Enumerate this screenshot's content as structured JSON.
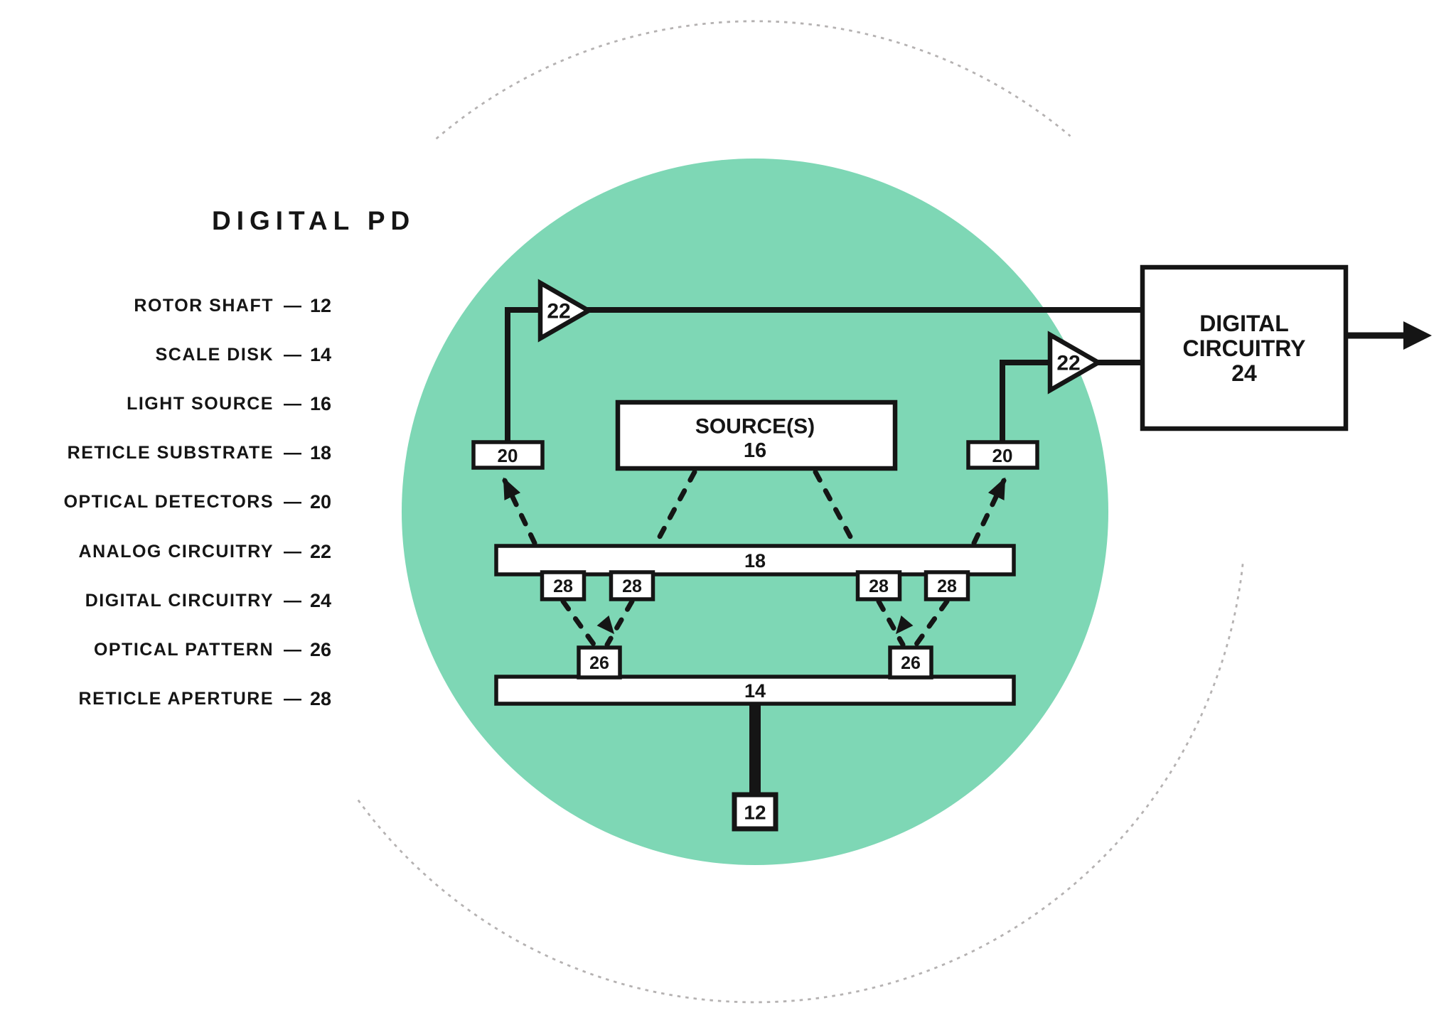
{
  "title": "DIGITAL PD",
  "legend": {
    "dash": "—",
    "items": [
      {
        "label": "ROTOR SHAFT",
        "num": "12"
      },
      {
        "label": "SCALE DISK",
        "num": "14"
      },
      {
        "label": "LIGHT SOURCE",
        "num": "16"
      },
      {
        "label": "RETICLE SUBSTRATE",
        "num": "18"
      },
      {
        "label": "OPTICAL DETECTORS",
        "num": "20"
      },
      {
        "label": "ANALOG CIRCUITRY",
        "num": "22"
      },
      {
        "label": "DIGITAL CIRCUITRY",
        "num": "24"
      },
      {
        "label": "OPTICAL PATTERN",
        "num": "26"
      },
      {
        "label": "RETICLE APERTURE",
        "num": "28"
      }
    ]
  },
  "diagram": {
    "source_box": {
      "title": "SOURCE(S)",
      "num": "16"
    },
    "digital_box": {
      "line1": "DIGITAL",
      "line2": "CIRCUITRY",
      "num": "24"
    },
    "amp_left": "22",
    "amp_right": "22",
    "detector_left": "20",
    "detector_right": "20",
    "reticle_bar": "18",
    "scale_bar": "14",
    "apertures": [
      "28",
      "28",
      "28",
      "28"
    ],
    "patterns": [
      "26",
      "26"
    ],
    "shaft": "12",
    "colors": {
      "disk_fill": "#7ED7B5",
      "arc_stroke": "#B5B2B2",
      "ink": "#151515",
      "box_fill": "#FFFFFF"
    }
  }
}
